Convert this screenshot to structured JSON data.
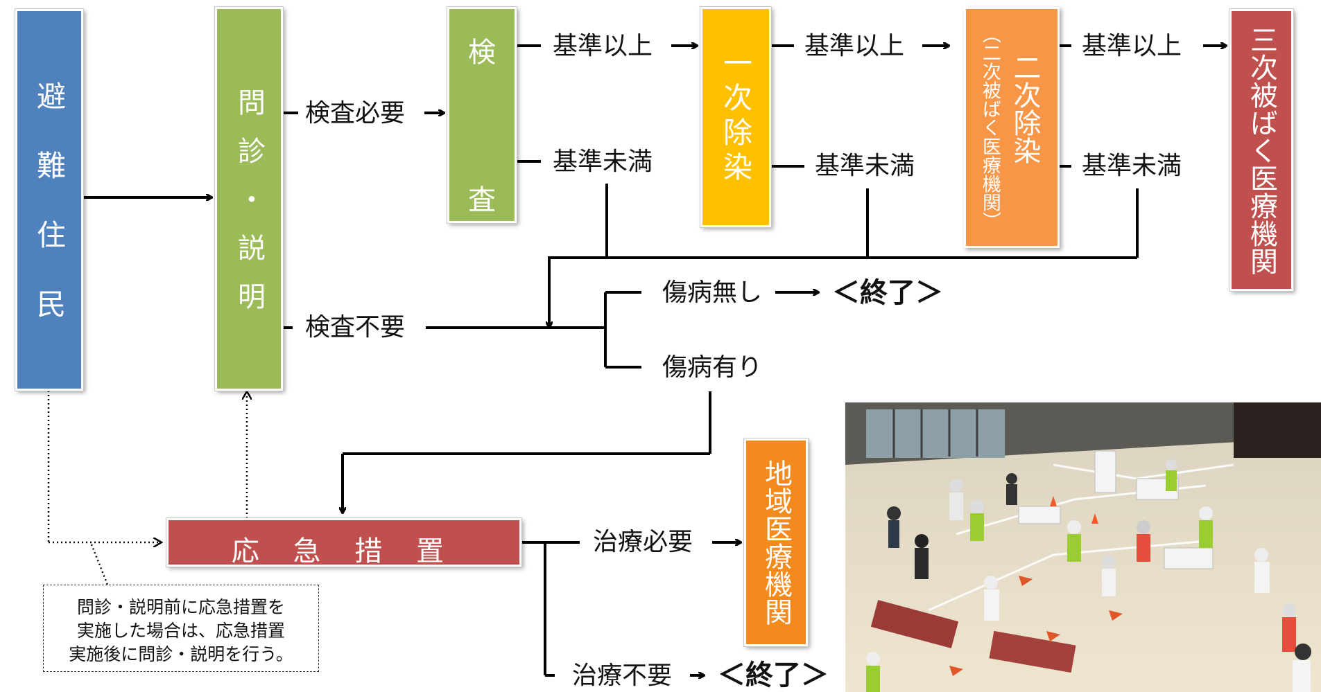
{
  "boxes": {
    "residents": "避難住民",
    "interview": "問診・説明",
    "inspection_top": "検",
    "inspection_bottom": "査",
    "primary_decon": "一次除染",
    "secondary_decon": "二次除染",
    "secondary_decon_sub": "（二次被ばく医療機関）",
    "tertiary": "三次被ばく医療機関",
    "emergency": "応 急 措 置",
    "local_medical": "地域医療機関"
  },
  "labels": {
    "inspection_needed": "検査必要",
    "inspection_not_needed": "検査不要",
    "above_standard_1": "基準以上",
    "below_standard_1": "基準未満",
    "above_standard_2": "基準以上",
    "below_standard_2": "基準未満",
    "above_standard_3": "基準以上",
    "below_standard_3": "基準未満",
    "no_injury": "傷病無し",
    "end_1": "＜終了＞",
    "injury": "傷病有り",
    "treatment_needed": "治療必要",
    "treatment_not_needed": "治療不要",
    "end_2": "＜終了＞"
  },
  "note": {
    "line1": "問診・説明前に応急措置を",
    "line2": "実施した場合は、応急措置",
    "line3": "実施後に問診・説明を行う。"
  },
  "colors": {
    "blue": "#4f81bd",
    "green": "#9bbb59",
    "yellow": "#ffc000",
    "orange": "#f79646",
    "red": "#c0504d",
    "dark_orange": "#f28a1e"
  }
}
